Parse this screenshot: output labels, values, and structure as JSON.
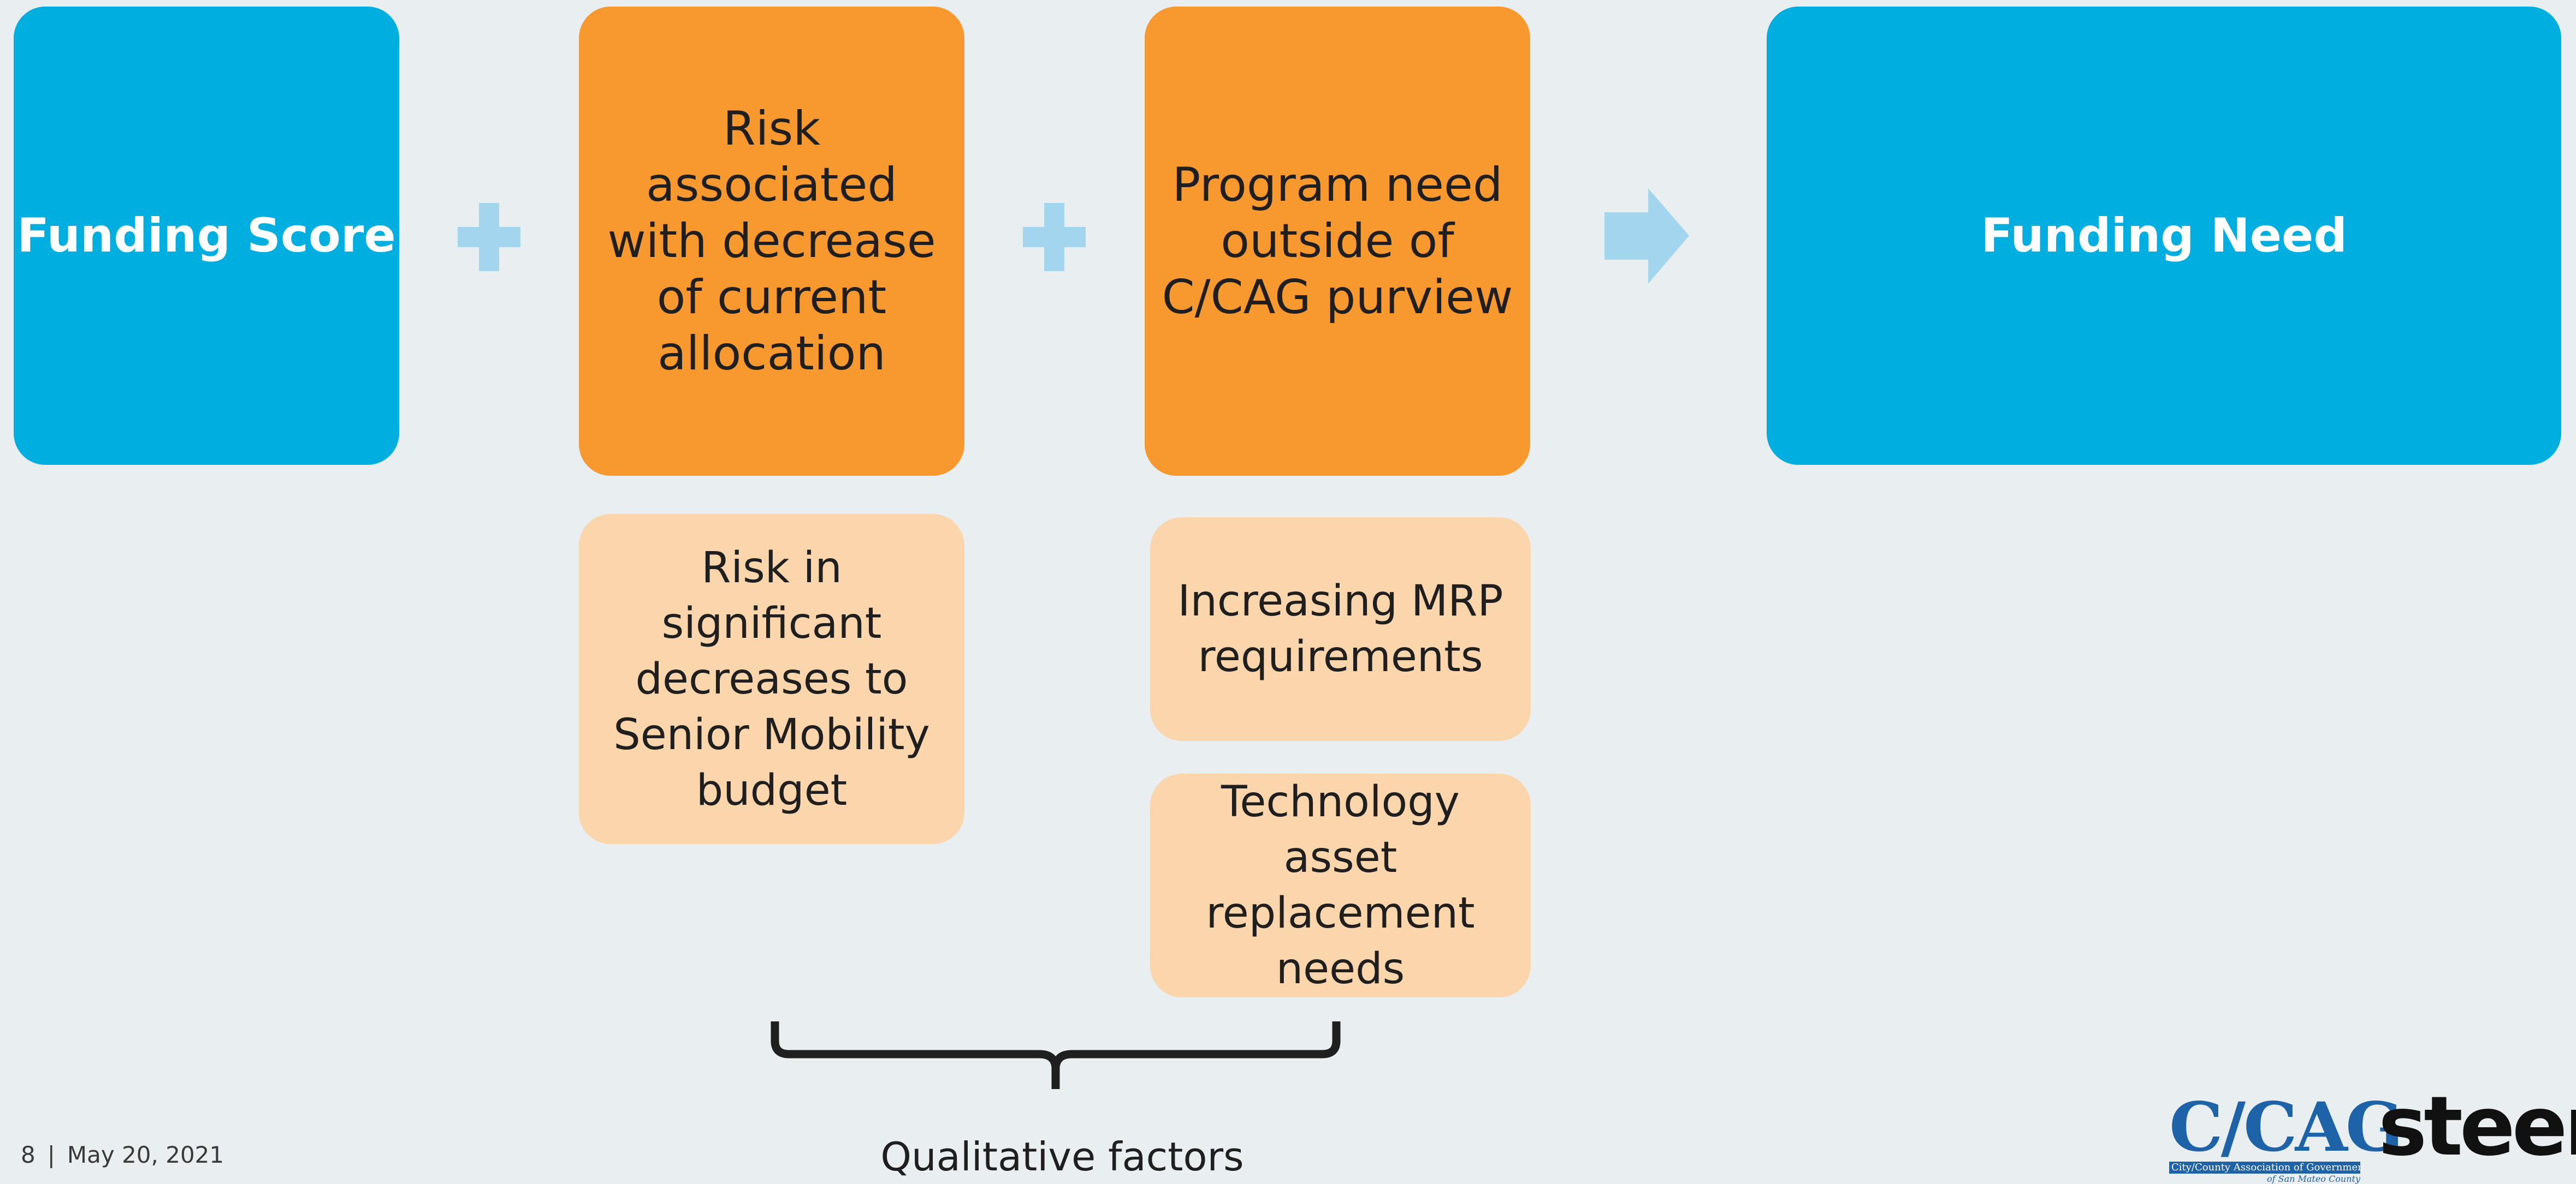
{
  "boxes": {
    "funding_score": "Funding Score",
    "risk_allocation": "Risk associated with decrease of current allocation",
    "program_need": "Program need outside of C/CAG purview",
    "funding_need": "Funding Need"
  },
  "sub_boxes": {
    "senior_mobility": "Risk in significant decreases to Senior Mobility budget",
    "mrp": "Increasing MRP requirements",
    "technology": "Technology asset replacement needs"
  },
  "bracket_caption": "Qualitative factors",
  "footer": {
    "page_number": "8",
    "separator": "|",
    "date": "May 20, 2021"
  },
  "logos": {
    "ccag_mark": "C/CAG",
    "ccag_subtitle": "City/County Association of Governments",
    "ccag_subtitle2": "of San Mateo County",
    "steer": "steer"
  },
  "colors": {
    "primary_blue": "#00aee0",
    "factor_orange": "#f7992e",
    "detail_peach": "#fbd5ab",
    "connector_light_blue": "#a4d5ee",
    "background": "#e9eef1"
  },
  "icons": [
    "plus-icon",
    "plus-icon",
    "right-arrow-icon",
    "curly-brace-icon"
  ]
}
